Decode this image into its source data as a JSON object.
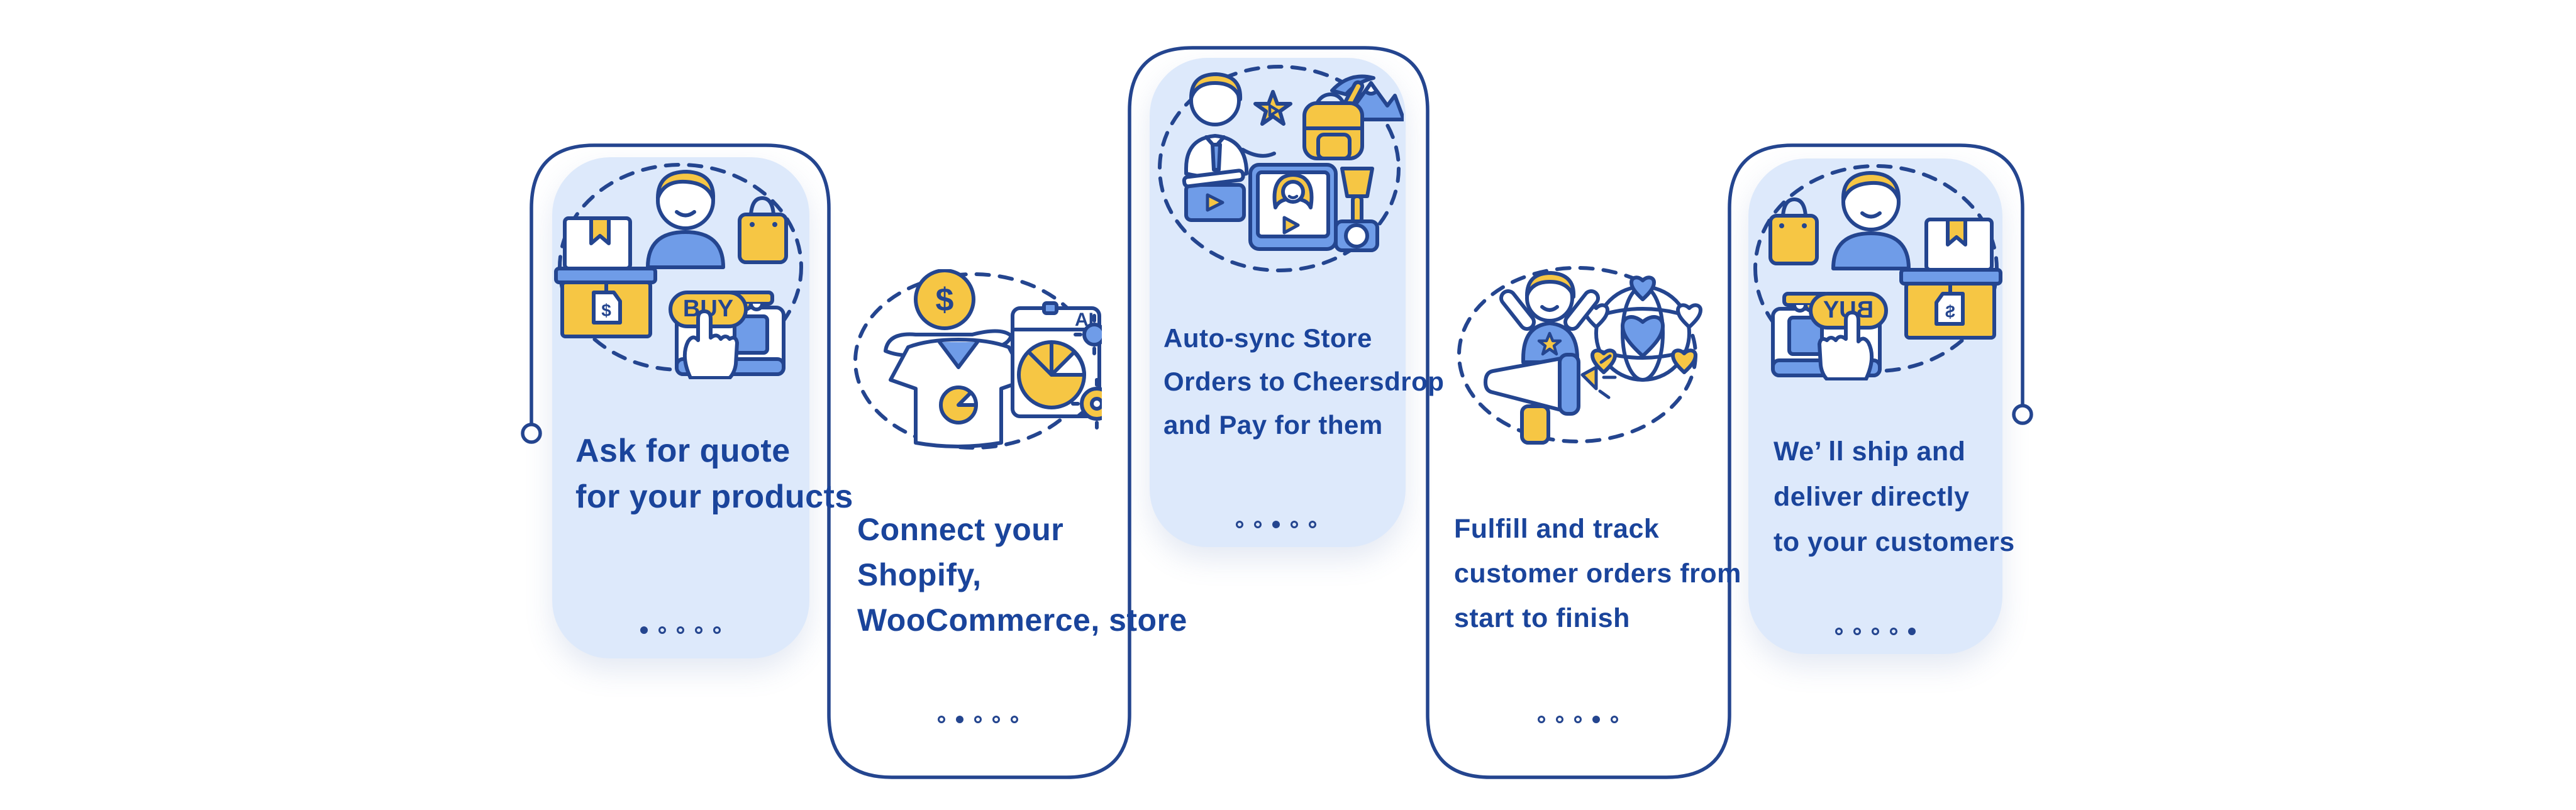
{
  "colors": {
    "line_navy": "#24458f",
    "text_blue": "#1a449b",
    "card_fill": "#dde9fb",
    "illustration_yellow": "#f6c644",
    "illustration_blue": "#6f9ce8",
    "background": "#ffffff"
  },
  "steps": [
    {
      "name": "ask-quote",
      "card_style": "filled",
      "lines": [
        "Ask for quote",
        "for your products"
      ],
      "illustration": "buyer-request-quote-illustration",
      "pagination": {
        "total": 5,
        "active": 1
      }
    },
    {
      "name": "connect-store",
      "card_style": "outlined",
      "lines": [
        "Connect your",
        "Shopify,",
        "WooCommerce, store"
      ],
      "illustration": "store-integration-illustration",
      "pagination": {
        "total": 5,
        "active": 2
      }
    },
    {
      "name": "auto-sync-orders",
      "card_style": "filled",
      "lines": [
        "Auto-sync Store",
        "Orders to Cheersdrop",
        "and Pay for them"
      ],
      "illustration": "media-sync-illustration",
      "pagination": {
        "total": 5,
        "active": 3
      }
    },
    {
      "name": "fulfill-track",
      "card_style": "outlined",
      "lines": [
        "Fulfill and track",
        "customer orders from",
        "start to finish"
      ],
      "illustration": "fulfillment-announcement-illustration",
      "pagination": {
        "total": 5,
        "active": 4
      }
    },
    {
      "name": "ship-deliver",
      "card_style": "filled",
      "lines": [
        "We’ ll ship and",
        "deliver directly",
        "to your customers"
      ],
      "illustration": "direct-shipping-illustration",
      "pagination": {
        "total": 5,
        "active": 5
      }
    }
  ]
}
